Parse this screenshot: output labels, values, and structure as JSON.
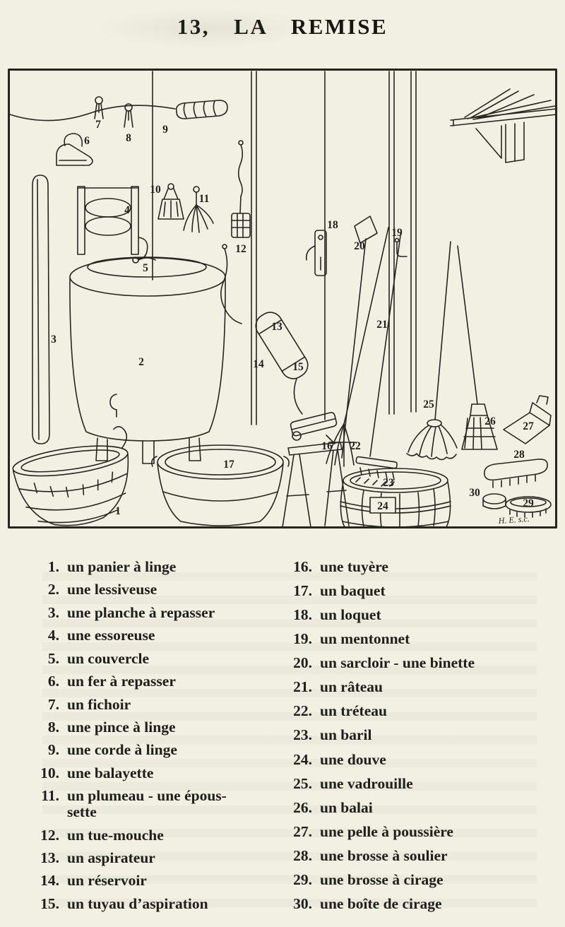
{
  "page": {
    "title": "13, LA REMISE"
  },
  "figure": {
    "labels": [
      "1",
      "2",
      "3",
      "4",
      "5",
      "6",
      "7",
      "8",
      "9",
      "10",
      "11",
      "12",
      "13",
      "14",
      "15",
      "16",
      "17",
      "18",
      "19",
      "20",
      "21",
      "22",
      "23",
      "24",
      "25",
      "26",
      "27",
      "28",
      "29",
      "30"
    ],
    "signature": "H. E. s.c."
  },
  "vocab": {
    "left": [
      {
        "num": "1.",
        "term": "un panier à linge"
      },
      {
        "num": "2.",
        "term": "une lessiveuse"
      },
      {
        "num": "3.",
        "term": "une planche à repasser"
      },
      {
        "num": "4.",
        "term": "une essoreuse"
      },
      {
        "num": "5.",
        "term": "un couvercle"
      },
      {
        "num": "6.",
        "term": "un fer à repasser"
      },
      {
        "num": "7.",
        "term": "un fichoir"
      },
      {
        "num": "8.",
        "term": "une pince à linge"
      },
      {
        "num": "9.",
        "term": "une corde à linge"
      },
      {
        "num": "10.",
        "term": "une balayette"
      },
      {
        "num": "11.",
        "term": "un plumeau - une épous-\nsette"
      },
      {
        "num": "12.",
        "term": "un tue-mouche"
      },
      {
        "num": "13.",
        "term": "un aspirateur"
      },
      {
        "num": "14.",
        "term": "un réservoir"
      },
      {
        "num": "15.",
        "term": "un tuyau d’aspiration"
      }
    ],
    "right": [
      {
        "num": "16.",
        "term": "une tuyère"
      },
      {
        "num": "17.",
        "term": "un baquet"
      },
      {
        "num": "18.",
        "term": "un loquet"
      },
      {
        "num": "19.",
        "term": "un mentonnet"
      },
      {
        "num": "20.",
        "term": "un sarcloir - une binette"
      },
      {
        "num": "21.",
        "term": "un râteau"
      },
      {
        "num": "22.",
        "term": "un tréteau"
      },
      {
        "num": "23.",
        "term": "un baril"
      },
      {
        "num": "24.",
        "term": "une douve"
      },
      {
        "num": "25.",
        "term": "une vadrouille"
      },
      {
        "num": "26.",
        "term": "un balai"
      },
      {
        "num": "27.",
        "term": "une pelle à poussière"
      },
      {
        "num": "28.",
        "term": "une brosse à soulier"
      },
      {
        "num": "29.",
        "term": "une brosse à cirage"
      },
      {
        "num": "30.",
        "term": "une boîte de cirage"
      }
    ]
  }
}
